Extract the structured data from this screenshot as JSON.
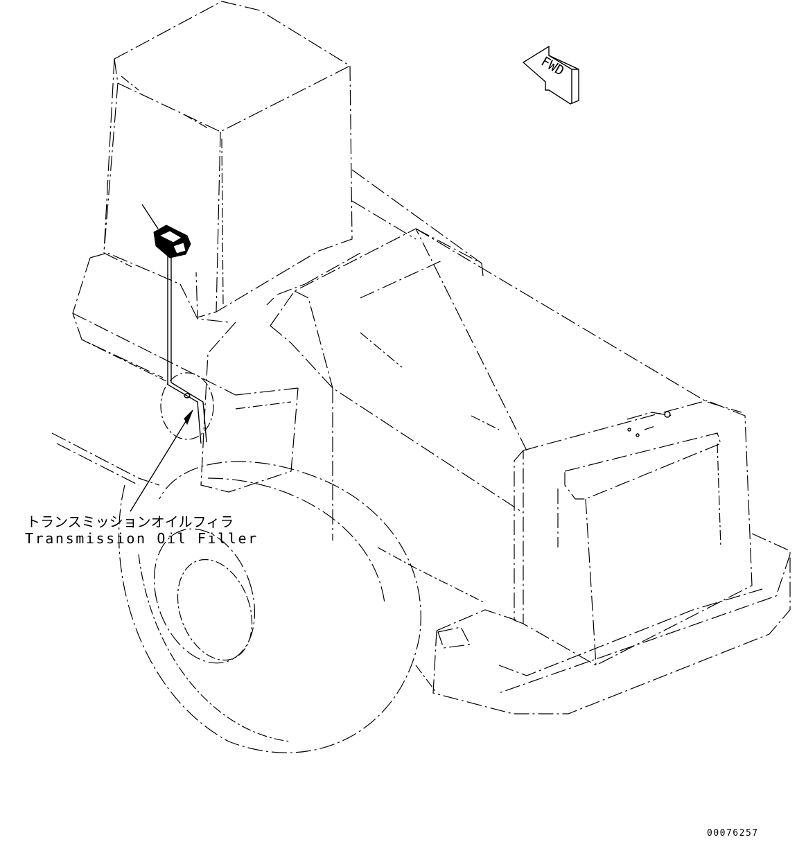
{
  "callout": {
    "label_ja": "トランスミッションオイルフィラ",
    "label_en": "Transmission Oil Filler"
  },
  "direction_marker": {
    "text": "FWD",
    "icon": "forward-arrow-icon"
  },
  "drawing_number": "00076257"
}
